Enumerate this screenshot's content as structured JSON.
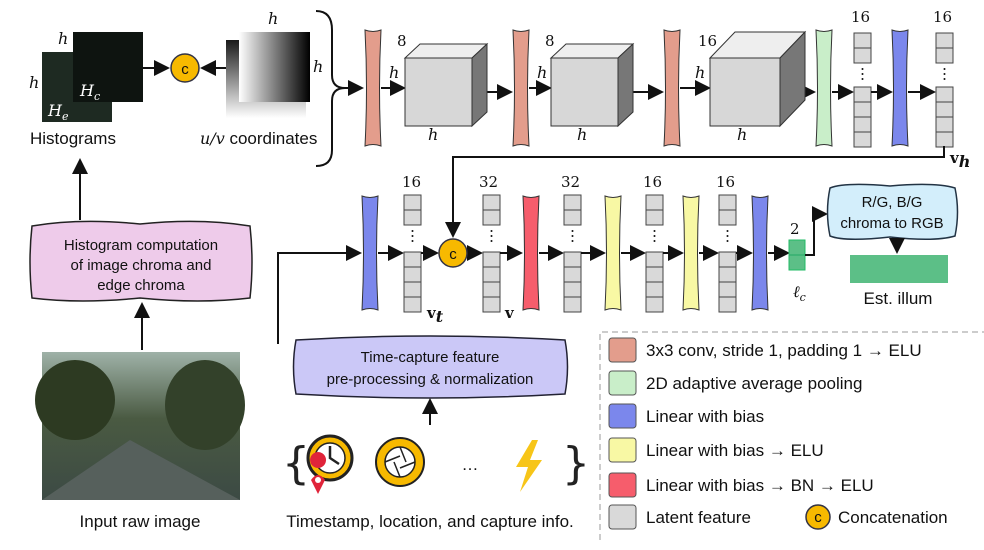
{
  "colors": {
    "conv": "#e39d8c",
    "pool": "#c9eec9",
    "linear": "#7b87ec",
    "linear_elu": "#f8f8a4",
    "linear_bn_elu": "#f65d6c",
    "latent": "#d9d9d9",
    "concat": "#f7b900",
    "output": "#5cbf87",
    "chroma_box": "#d3eefb",
    "hist_box": "#eecbea",
    "time_box": "#cbc8f7"
  },
  "inputs": {
    "hist_h_top": "h",
    "hist_h_left": "h",
    "He": "H",
    "He_sub": "e",
    "Hc": "H",
    "Hc_sub": "c",
    "histograms": "Histograms",
    "concat_symbol": "c",
    "uv_h_top": "h",
    "uv_h_right": "h",
    "uv_label_math": "u/v",
    "uv_label": " coordinates",
    "hist_box": [
      "Histogram computation",
      "of image chroma and",
      "edge chroma"
    ],
    "input_image": "Input raw image"
  },
  "top_row": {
    "cube1": {
      "c": "8",
      "h1": "h",
      "h2": "h"
    },
    "cube2": {
      "c": "8",
      "h1": "h",
      "h2": "h"
    },
    "cube3": {
      "c": "16",
      "h1": "h",
      "h2": "h"
    },
    "vec1": "16",
    "vec2": "16",
    "vh": "v",
    "vh_sub": "h"
  },
  "bottom_row": {
    "vec_t": "16",
    "vt": "v",
    "vt_sub": "t",
    "vec_v": "32",
    "v": "v",
    "vec3": "32",
    "vec4": "16",
    "vec5": "16",
    "out": "2",
    "lc": "ℓ",
    "lc_sub": "c",
    "chroma_box": [
      "R/G, B/G",
      "chroma to RGB"
    ],
    "est": "Est. illum"
  },
  "time": {
    "box": [
      "Time-capture feature",
      "pre-processing & normalization"
    ],
    "ellipsis": "…",
    "caption": "Timestamp, location, and capture info.",
    "icons": [
      "clock-location-icon",
      "camera-aperture-icon",
      "lightning-icon"
    ]
  },
  "legend": [
    {
      "label": "3x3 conv, stride 1, padding 1 → ELU",
      "color": "conv"
    },
    {
      "label": "2D adaptive average pooling",
      "color": "pool"
    },
    {
      "label": "Linear with bias",
      "color": "linear"
    },
    {
      "label": "Linear with bias → ELU",
      "color": "linear_elu"
    },
    {
      "label": "Linear with bias → BN → ELU",
      "color": "linear_bn_elu"
    },
    {
      "label": "Latent feature",
      "color": "latent"
    },
    {
      "label": "Concatenation",
      "color": "concat"
    }
  ]
}
